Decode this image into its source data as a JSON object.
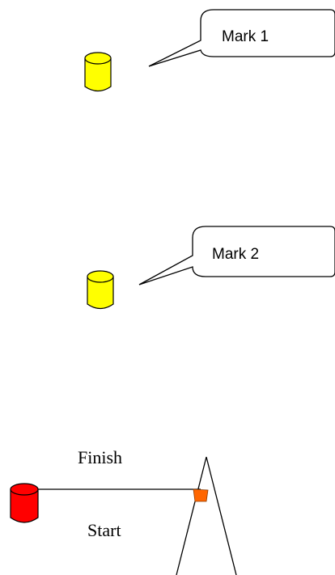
{
  "labels": {
    "mark1": "Mark 1",
    "mark2": "Mark 2",
    "finish": "Finish",
    "start": "Start"
  },
  "colors": {
    "mark_buoy": "#ffff00",
    "finish_buoy": "#ff0000",
    "flag": "#ff6600",
    "outline": "#000000",
    "background": "#ffffff"
  }
}
